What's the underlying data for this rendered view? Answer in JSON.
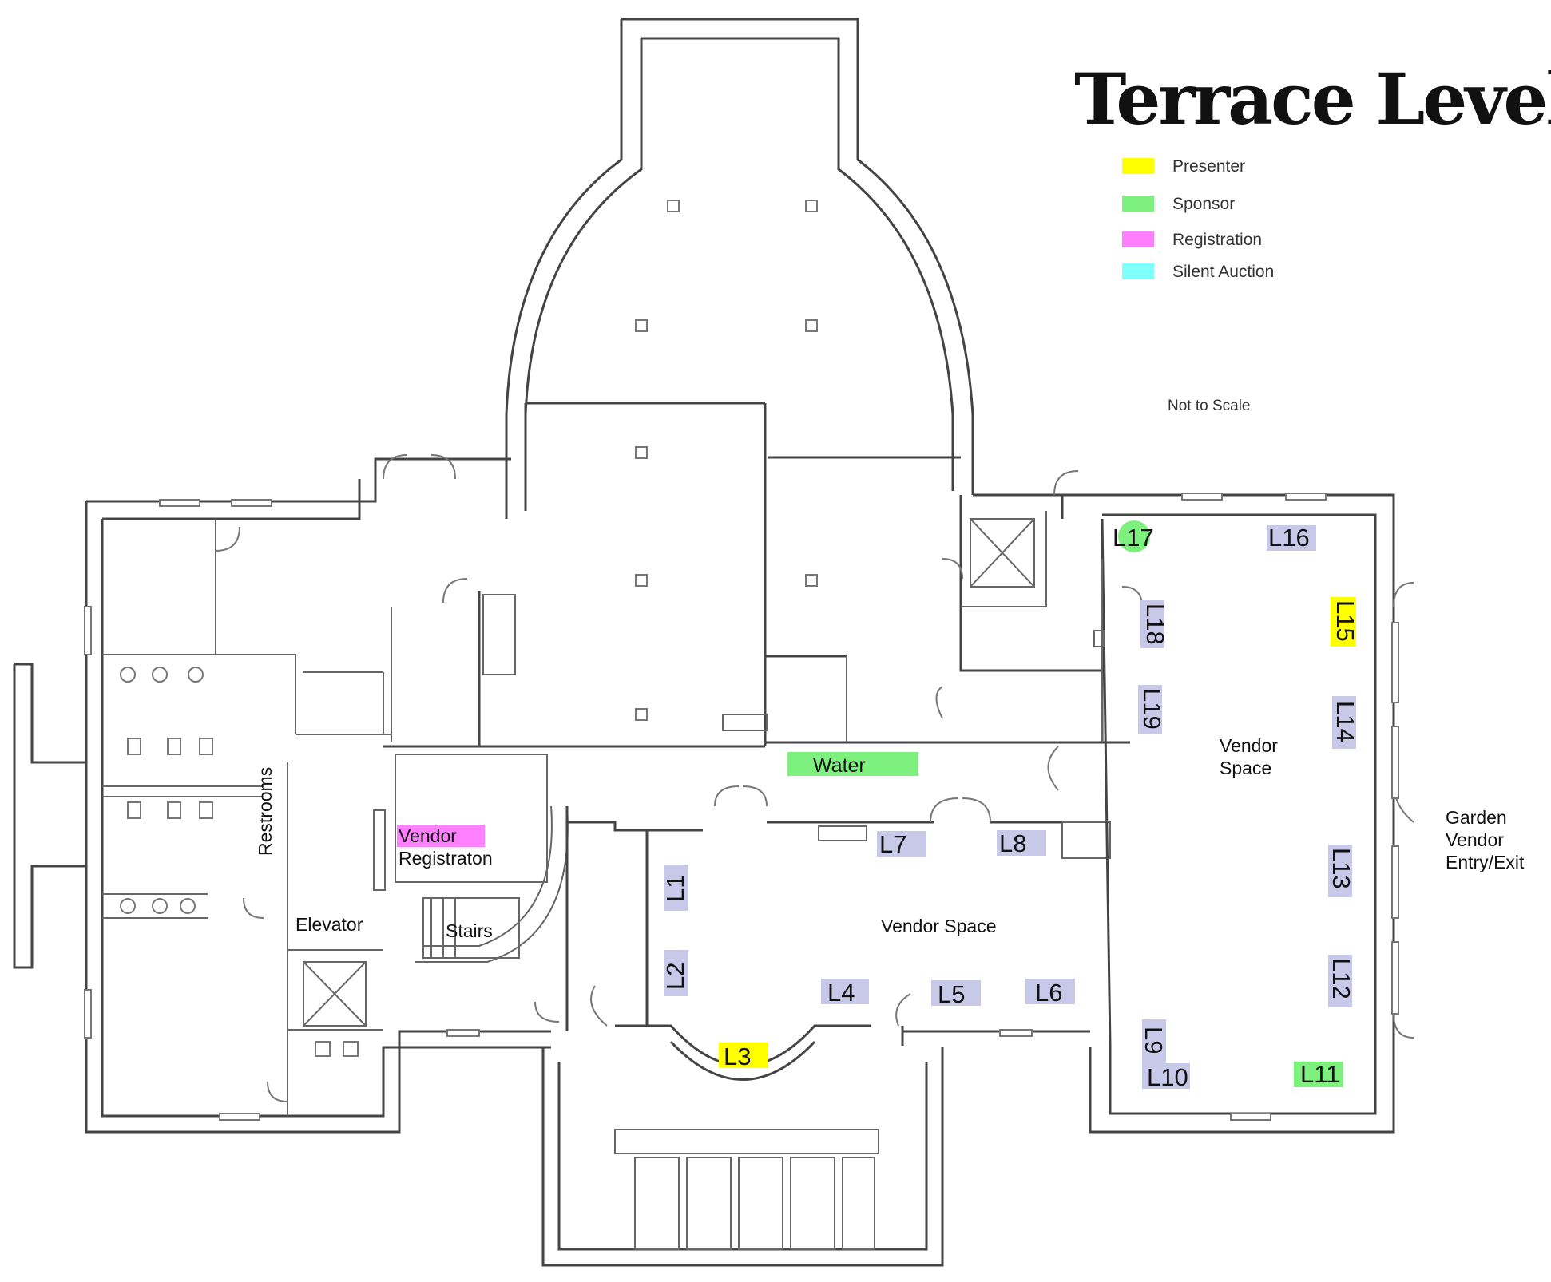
{
  "map": {
    "title": "Terrace Level",
    "note": "Not to Scale",
    "legend": [
      {
        "label": "Presenter",
        "color": "#ffff00"
      },
      {
        "label": "Sponsor",
        "color": "#7df07d"
      },
      {
        "label": "Registration",
        "color": "#ff80ff"
      },
      {
        "label": "Silent Auction",
        "color": "#80ffff"
      }
    ],
    "booth_color": "#c8c8e8",
    "labels": {
      "restrooms": "Restrooms",
      "vendor_reg_line1": "Vendor",
      "vendor_reg_line2": "Registraton",
      "elevator": "Elevator",
      "stairs": "Stairs",
      "vendor_space_center": "Vendor Space",
      "vendor_space_right_1": "Vendor",
      "vendor_space_right_2": "Space",
      "garden_1": "Garden",
      "garden_2": "Vendor",
      "garden_3": "Entry/Exit",
      "water": "Water"
    },
    "booths": [
      {
        "id": "L1",
        "category": "vendor"
      },
      {
        "id": "L2",
        "category": "vendor"
      },
      {
        "id": "L3",
        "category": "presenter"
      },
      {
        "id": "L4",
        "category": "vendor"
      },
      {
        "id": "L5",
        "category": "vendor"
      },
      {
        "id": "L6",
        "category": "vendor"
      },
      {
        "id": "L7",
        "category": "vendor"
      },
      {
        "id": "L8",
        "category": "vendor"
      },
      {
        "id": "L9",
        "category": "vendor"
      },
      {
        "id": "L10",
        "category": "vendor"
      },
      {
        "id": "L11",
        "category": "sponsor"
      },
      {
        "id": "L12",
        "category": "vendor"
      },
      {
        "id": "L13",
        "category": "vendor"
      },
      {
        "id": "L14",
        "category": "vendor"
      },
      {
        "id": "L15",
        "category": "presenter"
      },
      {
        "id": "L16",
        "category": "vendor"
      },
      {
        "id": "L17",
        "category": "sponsor"
      },
      {
        "id": "L18",
        "category": "vendor"
      },
      {
        "id": "L19",
        "category": "vendor"
      }
    ]
  }
}
